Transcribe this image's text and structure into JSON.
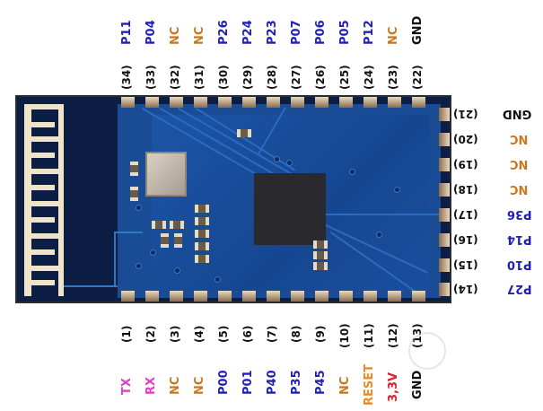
{
  "diagram": {
    "title": "",
    "board": {
      "antenna": "pcb-meander-antenna",
      "components": [
        "crystal",
        "qfn-chip",
        "smd-passives"
      ],
      "colors": {
        "pcb_dark": "#0d1e45",
        "pcb_blue": "#1a4c96",
        "pad": "#e8dcc0",
        "antenna": "#efe4c8",
        "chip": "#2a2a2e"
      }
    },
    "top_pins": [
      {
        "num": "(34)",
        "label": "P11",
        "type": "io"
      },
      {
        "num": "(33)",
        "label": "P04",
        "type": "io"
      },
      {
        "num": "(32)",
        "label": "NC",
        "type": "nc"
      },
      {
        "num": "(31)",
        "label": "NC",
        "type": "nc"
      },
      {
        "num": "(30)",
        "label": "P26",
        "type": "io"
      },
      {
        "num": "(29)",
        "label": "P24",
        "type": "io"
      },
      {
        "num": "(28)",
        "label": "P23",
        "type": "io"
      },
      {
        "num": "(27)",
        "label": "P07",
        "type": "io"
      },
      {
        "num": "(26)",
        "label": "P06",
        "type": "io"
      },
      {
        "num": "(25)",
        "label": "P05",
        "type": "io"
      },
      {
        "num": "(24)",
        "label": "P12",
        "type": "io"
      },
      {
        "num": "(23)",
        "label": "NC",
        "type": "nc"
      },
      {
        "num": "(22)",
        "label": "GND",
        "type": "gnd"
      }
    ],
    "right_pins": [
      {
        "num": "(21)",
        "label": "GND",
        "type": "gnd"
      },
      {
        "num": "(20)",
        "label": "NC",
        "type": "nc"
      },
      {
        "num": "(19)",
        "label": "NC",
        "type": "nc"
      },
      {
        "num": "(18)",
        "label": "NC",
        "type": "nc"
      },
      {
        "num": "(17)",
        "label": "P36",
        "type": "io"
      },
      {
        "num": "(16)",
        "label": "P14",
        "type": "io"
      },
      {
        "num": "(15)",
        "label": "P10",
        "type": "io"
      },
      {
        "num": "(14)",
        "label": "P27",
        "type": "io"
      }
    ],
    "bottom_pins": [
      {
        "num": "(1)",
        "label": "TX",
        "type": "uart"
      },
      {
        "num": "(2)",
        "label": "RX",
        "type": "uart"
      },
      {
        "num": "(3)",
        "label": "NC",
        "type": "nc"
      },
      {
        "num": "(4)",
        "label": "NC",
        "type": "nc"
      },
      {
        "num": "(5)",
        "label": "P00",
        "type": "io"
      },
      {
        "num": "(6)",
        "label": "P01",
        "type": "io"
      },
      {
        "num": "(7)",
        "label": "P40",
        "type": "io"
      },
      {
        "num": "(8)",
        "label": "P35",
        "type": "io"
      },
      {
        "num": "(9)",
        "label": "P45",
        "type": "io"
      },
      {
        "num": "(10)",
        "label": "NC",
        "type": "nc"
      },
      {
        "num": "(11)",
        "label": "RESET",
        "type": "reset"
      },
      {
        "num": "(12)",
        "label": "3,3V",
        "type": "power"
      },
      {
        "num": "(13)",
        "label": "GND",
        "type": "gnd"
      }
    ],
    "label_colors": {
      "io": "#2020b8",
      "nc": "#c8781e",
      "gnd": "#111111",
      "uart": "#e040c0",
      "reset": "#f08a20",
      "power": "#e0202a"
    }
  }
}
